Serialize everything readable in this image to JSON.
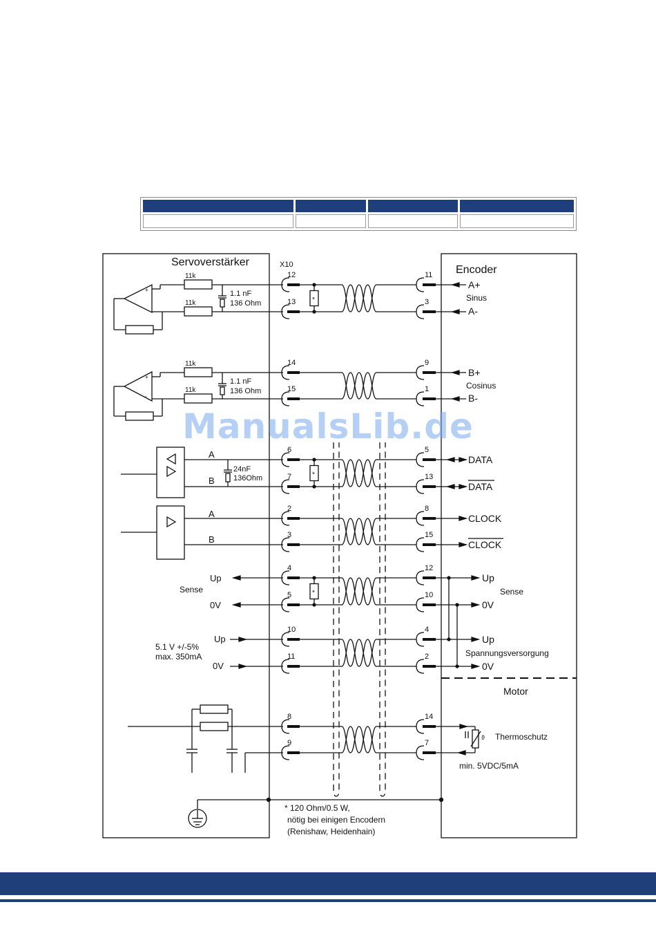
{
  "colors": {
    "brand_blue": "#1f3f7a",
    "watermark": "#78aaeb"
  },
  "table": {
    "header_cells": [
      "",
      "",
      "",
      ""
    ],
    "row_cells": [
      "",
      "",
      "",
      ""
    ]
  },
  "diagram": {
    "servo_title": "Servoverstärker",
    "connector": "X10",
    "encoder_title": "Encoder",
    "motor_title": "Motor",
    "resistor_label": "11k",
    "cap1": "1.1 nF",
    "res1": "136 Ohm",
    "cap2": "24nF",
    "res2": "136Ohm",
    "star": "*",
    "sig_a": "A",
    "sig_b": "B",
    "up": "Up",
    "zero_v": "0V",
    "sense": "Sense",
    "supply_v": "5.1 V +/-5%",
    "supply_i": "max. 350mA",
    "enc_a_plus": "A+",
    "sinus": "Sinus",
    "enc_a_minus": "A-",
    "enc_b_plus": "B+",
    "cosinus": "Cosinus",
    "enc_b_minus": "B-",
    "data": "DATA",
    "clock": "CLOCK",
    "spannung": "Spannungsversorgung",
    "thermo": "Thermoschutz",
    "thermo_min": "min. 5VDC/5mA",
    "theta": "ϑ",
    "footnote1": "* 120 Ohm/0.5 W,",
    "footnote2": "nötig bei einigen Encodern",
    "footnote3": "(Renishaw, Heidenhain)",
    "left_pins": [
      "12",
      "13",
      "14",
      "15",
      "6",
      "7",
      "2",
      "3",
      "4",
      "5",
      "10",
      "11",
      "8",
      "9"
    ],
    "right_pins": [
      "11",
      "3",
      "9",
      "1",
      "5",
      "13",
      "8",
      "15",
      "12",
      "10",
      "4",
      "2",
      "14",
      "7"
    ]
  },
  "watermark_text": "ManualsLib.de"
}
